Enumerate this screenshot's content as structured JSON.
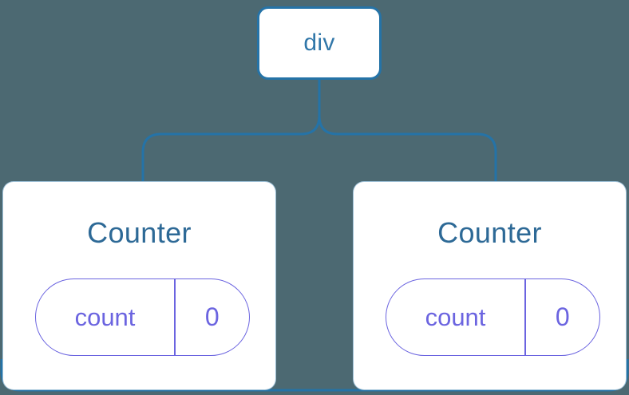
{
  "diagram": {
    "root": {
      "label": "div"
    },
    "children": [
      {
        "title": "Counter",
        "state": {
          "key": "count",
          "value": "0"
        }
      },
      {
        "title": "Counter",
        "state": {
          "key": "count",
          "value": "0"
        }
      }
    ]
  },
  "colors": {
    "background": "#4c6972",
    "node_fill": "#ffffff",
    "connector": "#2573a7",
    "root_label": "#3177a9",
    "component_title": "#2d6996",
    "state_accent": "#6b64e0"
  }
}
